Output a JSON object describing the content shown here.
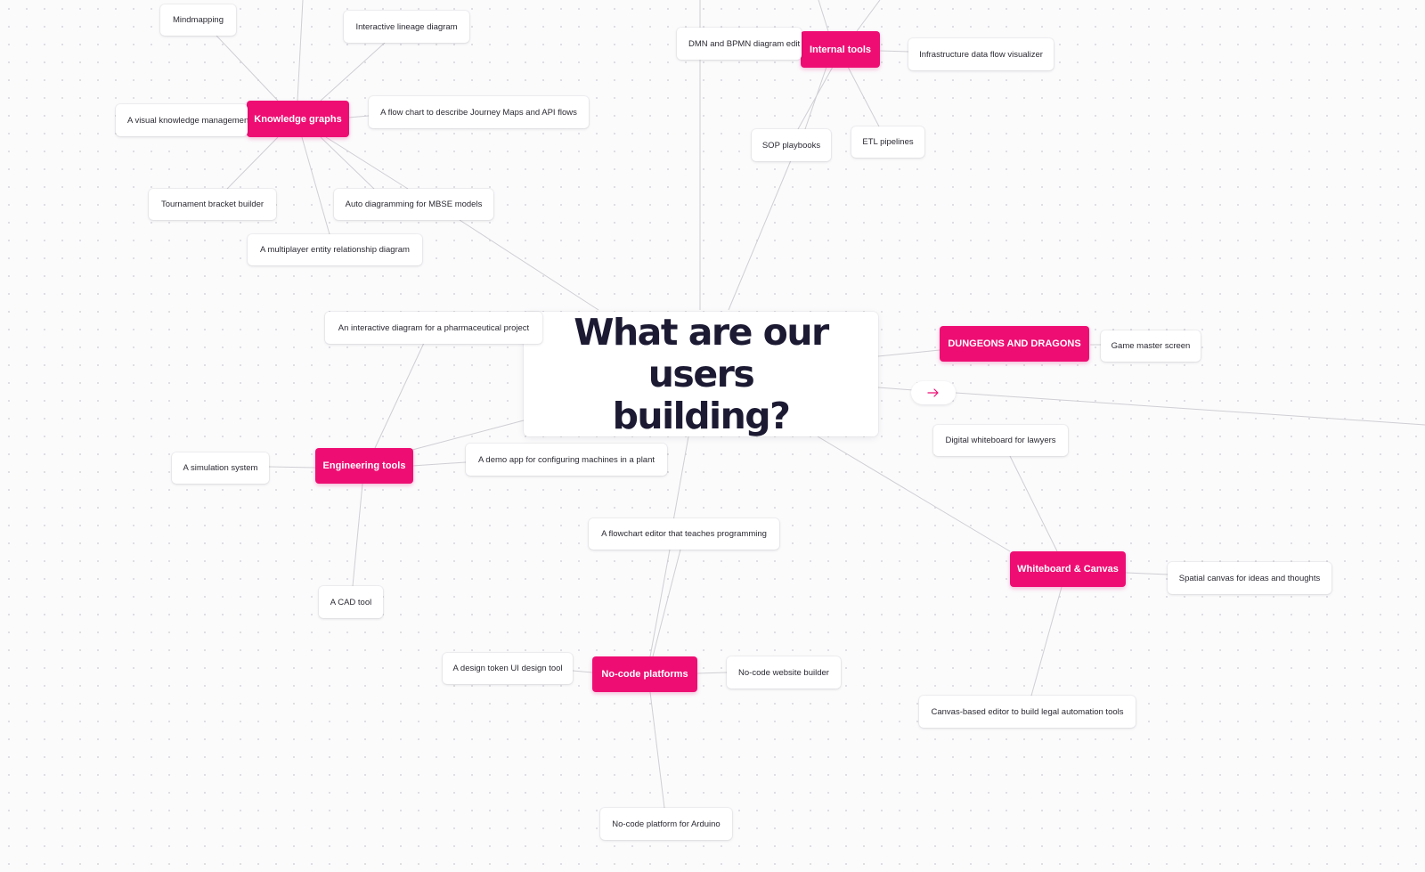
{
  "accent_color": "#ee0e73",
  "center": {
    "title": "What are our users building?"
  },
  "hubs": {
    "knowledge_graphs": "Knowledge graphs",
    "internal_tools": "Internal tools",
    "dungeons_and_dragons": "DUNGEONS AND DRAGONS",
    "engineering_tools": "Engineering tools",
    "whiteboard_canvas": "Whiteboard & Canvas",
    "no_code_platforms": "No-code platforms"
  },
  "items": {
    "mindmapping": "Mindmapping",
    "interactive_lineage": "Interactive lineage diagram",
    "visual_knowledge": "A visual knowledge managemen",
    "journey_maps": "A flow chart to describe Journey Maps and API flows",
    "tournament_bracket": "Tournament bracket builder",
    "mbse_models": "Auto diagramming for MBSE models",
    "multiplayer_erd": "A multiplayer entity relationship diagram",
    "dmn_bpmn": "DMN and BPMN diagram edit",
    "infrastructure_flow": "Infrastructure data flow visualizer",
    "sop_playbooks": "SOP playbooks",
    "etl_pipelines": "ETL pipelines",
    "game_master": "Game master screen",
    "pharma_diagram": "An interactive diagram for a pharmaceutical project",
    "simulation_system": "A simulation system",
    "demo_app": "A demo app for configuring machines in a plant",
    "cad_tool": "A CAD tool",
    "lawyers_whiteboard": "Digital whiteboard for lawyers",
    "spatial_canvas": "Spatial canvas for ideas and thoughts",
    "legal_automation": "Canvas-based editor to build legal automation tools",
    "flowchart_programming": "A flowchart editor that teaches programming",
    "design_token": "A design token UI design tool",
    "website_builder": "No-code website builder",
    "arduino_platform": "No-code platform for Arduino"
  },
  "icons": {
    "arrow_chip": "arrow-right-icon"
  }
}
